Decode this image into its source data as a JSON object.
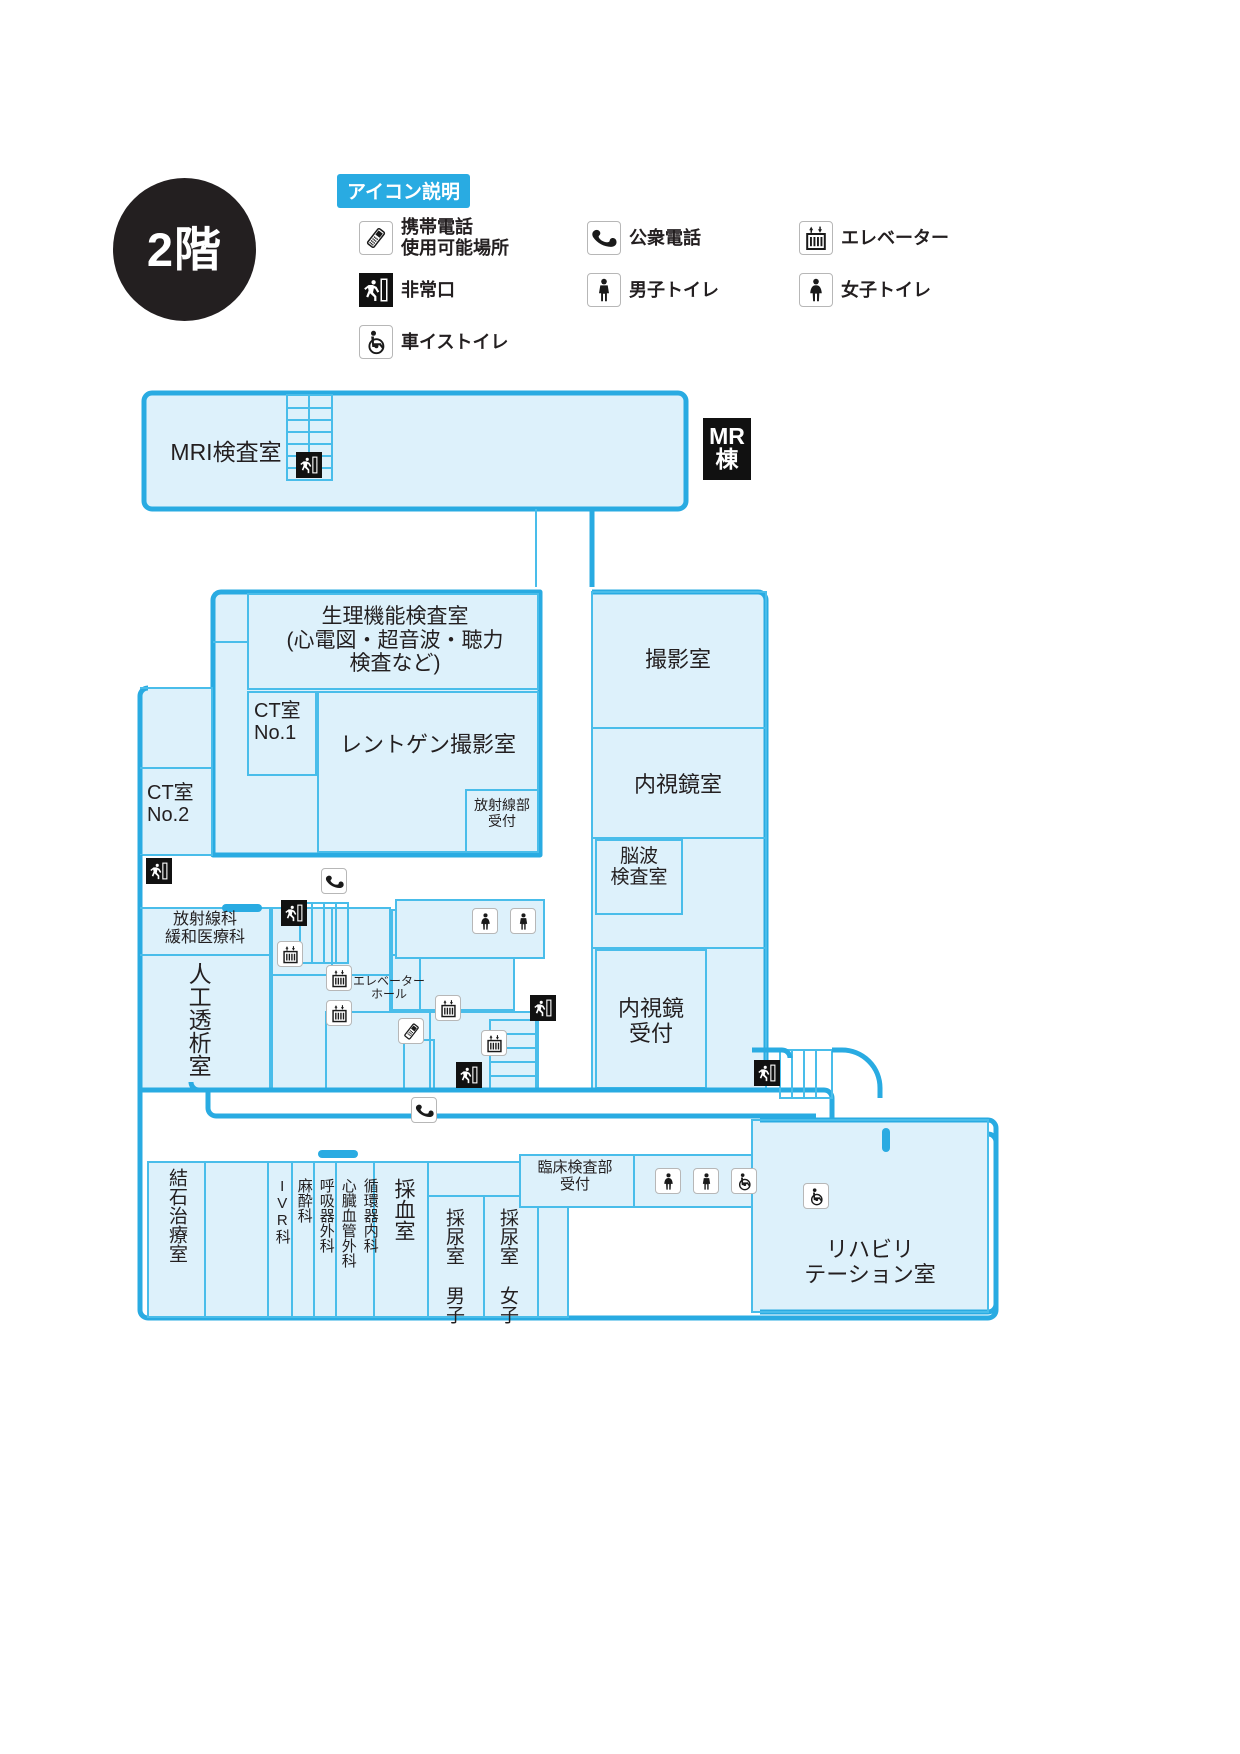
{
  "floor": {
    "label": "2階"
  },
  "legend": {
    "title": "アイコン説明",
    "items": [
      {
        "icon": "mobile-phone-icon",
        "label": "携帯電話\n使用可能場所"
      },
      {
        "icon": "emergency-exit-icon",
        "label": "非常口"
      },
      {
        "icon": "wheelchair-toilet-icon",
        "label": "車イストイレ"
      },
      {
        "icon": "public-phone-icon",
        "label": "公衆電話"
      },
      {
        "icon": "mens-toilet-icon",
        "label": "男子トイレ"
      },
      {
        "icon": "elevator-icon",
        "label": "エレベーター"
      },
      {
        "icon": "womens-toilet-icon",
        "label": "女子トイレ"
      }
    ],
    "col1": [
      {
        "icon": "mobile-phone-icon",
        "label": "携帯電話\n使用可能場所"
      },
      {
        "icon": "emergency-exit-icon",
        "label": "非常口"
      },
      {
        "icon": "wheelchair-toilet-icon",
        "label": "車イストイレ"
      }
    ],
    "col2": [
      {
        "icon": "public-phone-icon",
        "label": "公衆電話"
      },
      {
        "icon": "mens-toilet-icon",
        "label": "男子トイレ"
      }
    ],
    "col3": [
      {
        "icon": "elevator-icon",
        "label": "エレベーター"
      },
      {
        "icon": "womens-toilet-icon",
        "label": "女子トイレ"
      }
    ]
  },
  "wings": {
    "mr_building": "MR棟"
  },
  "rooms": {
    "mri": "MRI検査室",
    "physiology": "生理機能検査室\n(心電図・超音波・聴力検査など)",
    "ct1": "CT室\nNo.1",
    "ct2": "CT室\nNo.2",
    "xray": "レントゲン撮影室",
    "radiology_reception": "放射線部\n受付",
    "radiology_palliative": "放射線科\n緩和医療科",
    "dialysis": "人工透析室",
    "imaging": "撮影室",
    "endoscopy": "内視鏡室",
    "eeg": "脳波\n検査室",
    "endoscopy_reception": "内視鏡\n受付",
    "elevator_hall": "エレベーター\nホール",
    "lithotripsy": "結石治療室",
    "ivr": "IVR科",
    "anesthesia": "麻酔科",
    "respiratory_surgery": "呼吸器外科",
    "cardiovascular_surgery": "心臓血管外科",
    "cardiology": "循環器内科",
    "blood_draw": "採血室",
    "urine_men": "採尿室\n男子",
    "urine_women": "採尿室\n女子",
    "clinical_lab_reception": "臨床検査部\n受付",
    "rehabilitation": "リハビリ\nテーション室"
  },
  "colors": {
    "accent": "#29abe2",
    "room_fill": "#ddf1fb",
    "room_line": "#49bdea",
    "dark": "#231f20",
    "white": "#ffffff"
  }
}
